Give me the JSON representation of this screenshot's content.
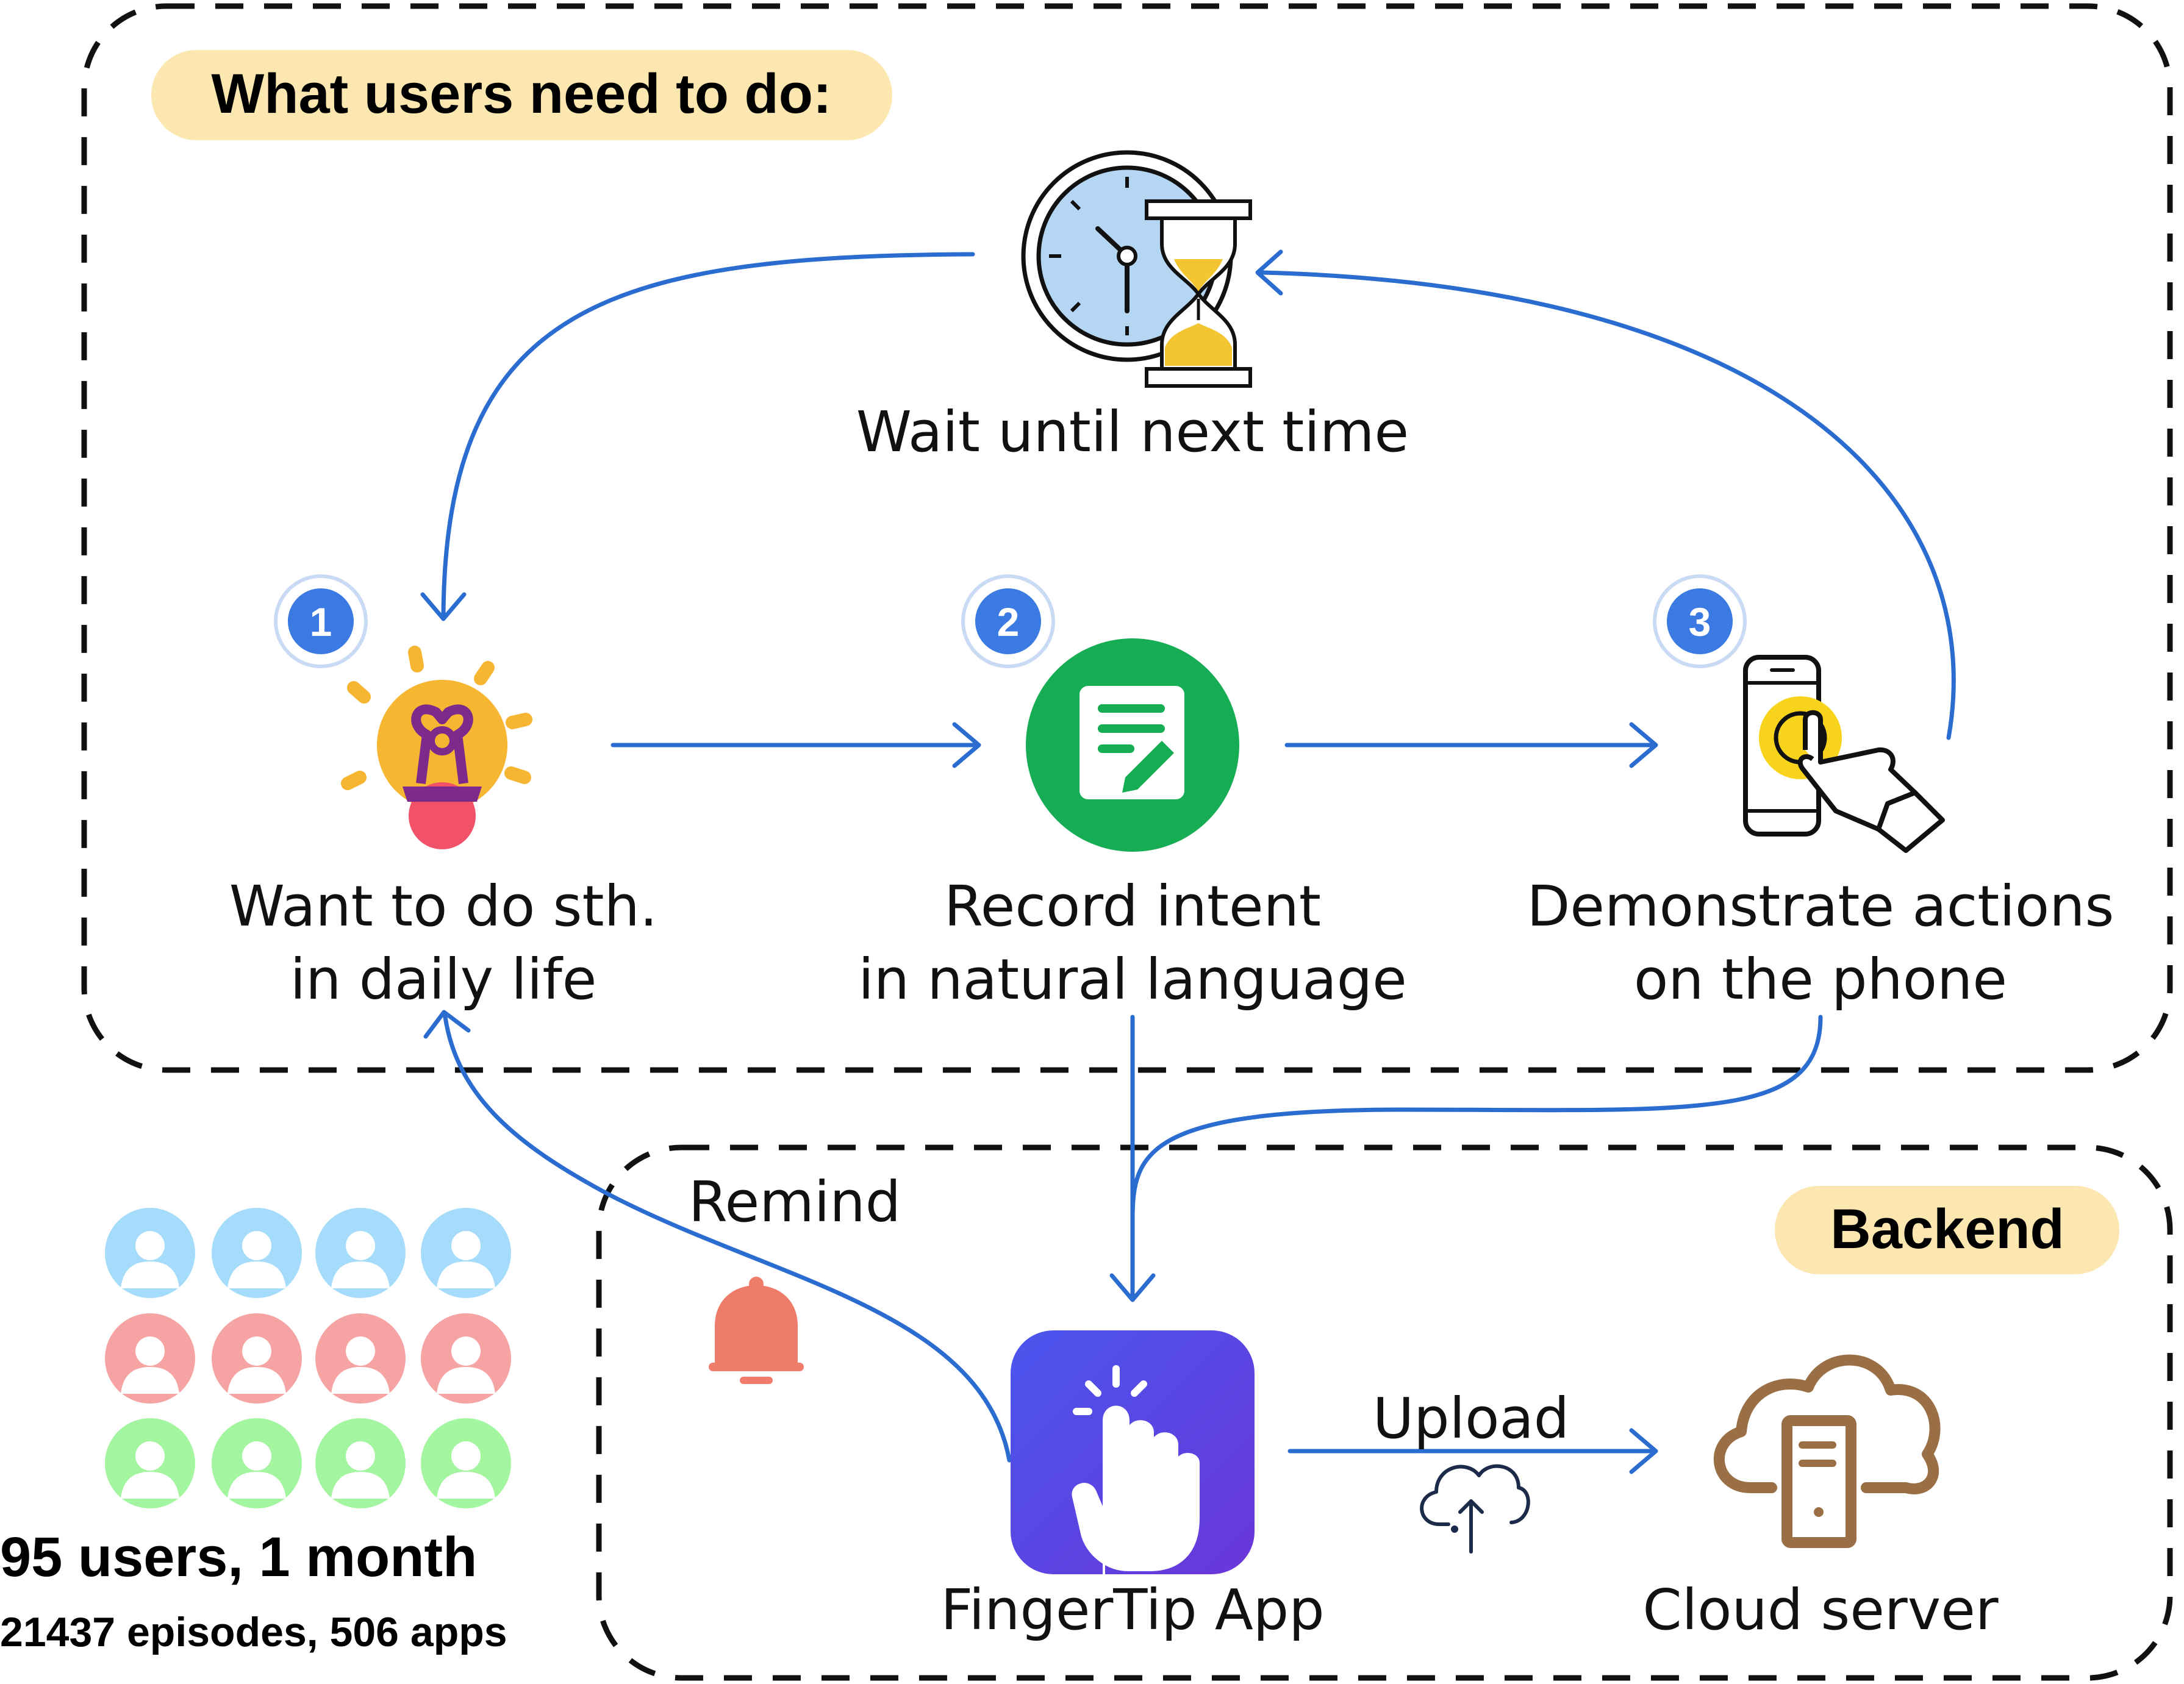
{
  "users_section": {
    "title": "What users need to do:"
  },
  "backend_section": {
    "title": "Backend"
  },
  "steps": [
    {
      "number": "1",
      "line1": "Want to do sth.",
      "line2": "in daily life",
      "icon": "lightbulb-icon"
    },
    {
      "number": "2",
      "line1": "Record intent",
      "line2": "in natural language",
      "icon": "document-edit-icon"
    },
    {
      "number": "3",
      "line1": "Demonstrate actions",
      "line2": "on the phone",
      "icon": "phone-tap-icon"
    }
  ],
  "wait": {
    "label": "Wait until next time",
    "icon": "clock-hourglass-icon"
  },
  "remind": {
    "label": "Remind",
    "icon": "bell-icon"
  },
  "upload": {
    "label": "Upload",
    "icon": "cloud-upload-icon"
  },
  "app": {
    "label": "FingerTip App",
    "icon": "fingertip-app-icon"
  },
  "server": {
    "label": "Cloud server",
    "icon": "cloud-server-icon"
  },
  "stats": {
    "headline": "95 users, 1 month",
    "detail": "21437 episodes, 506 apps"
  },
  "colors": {
    "arrow": "#2a6ccf",
    "badge": "#3b79e3",
    "highlight": "#fde7b0",
    "green": "#17ad54",
    "user_blue": "#a6dcfb",
    "user_red": "#f6a3a3",
    "user_green": "#a4f5a0",
    "bell": "#ef7b6a",
    "server": "#9b6f45"
  }
}
